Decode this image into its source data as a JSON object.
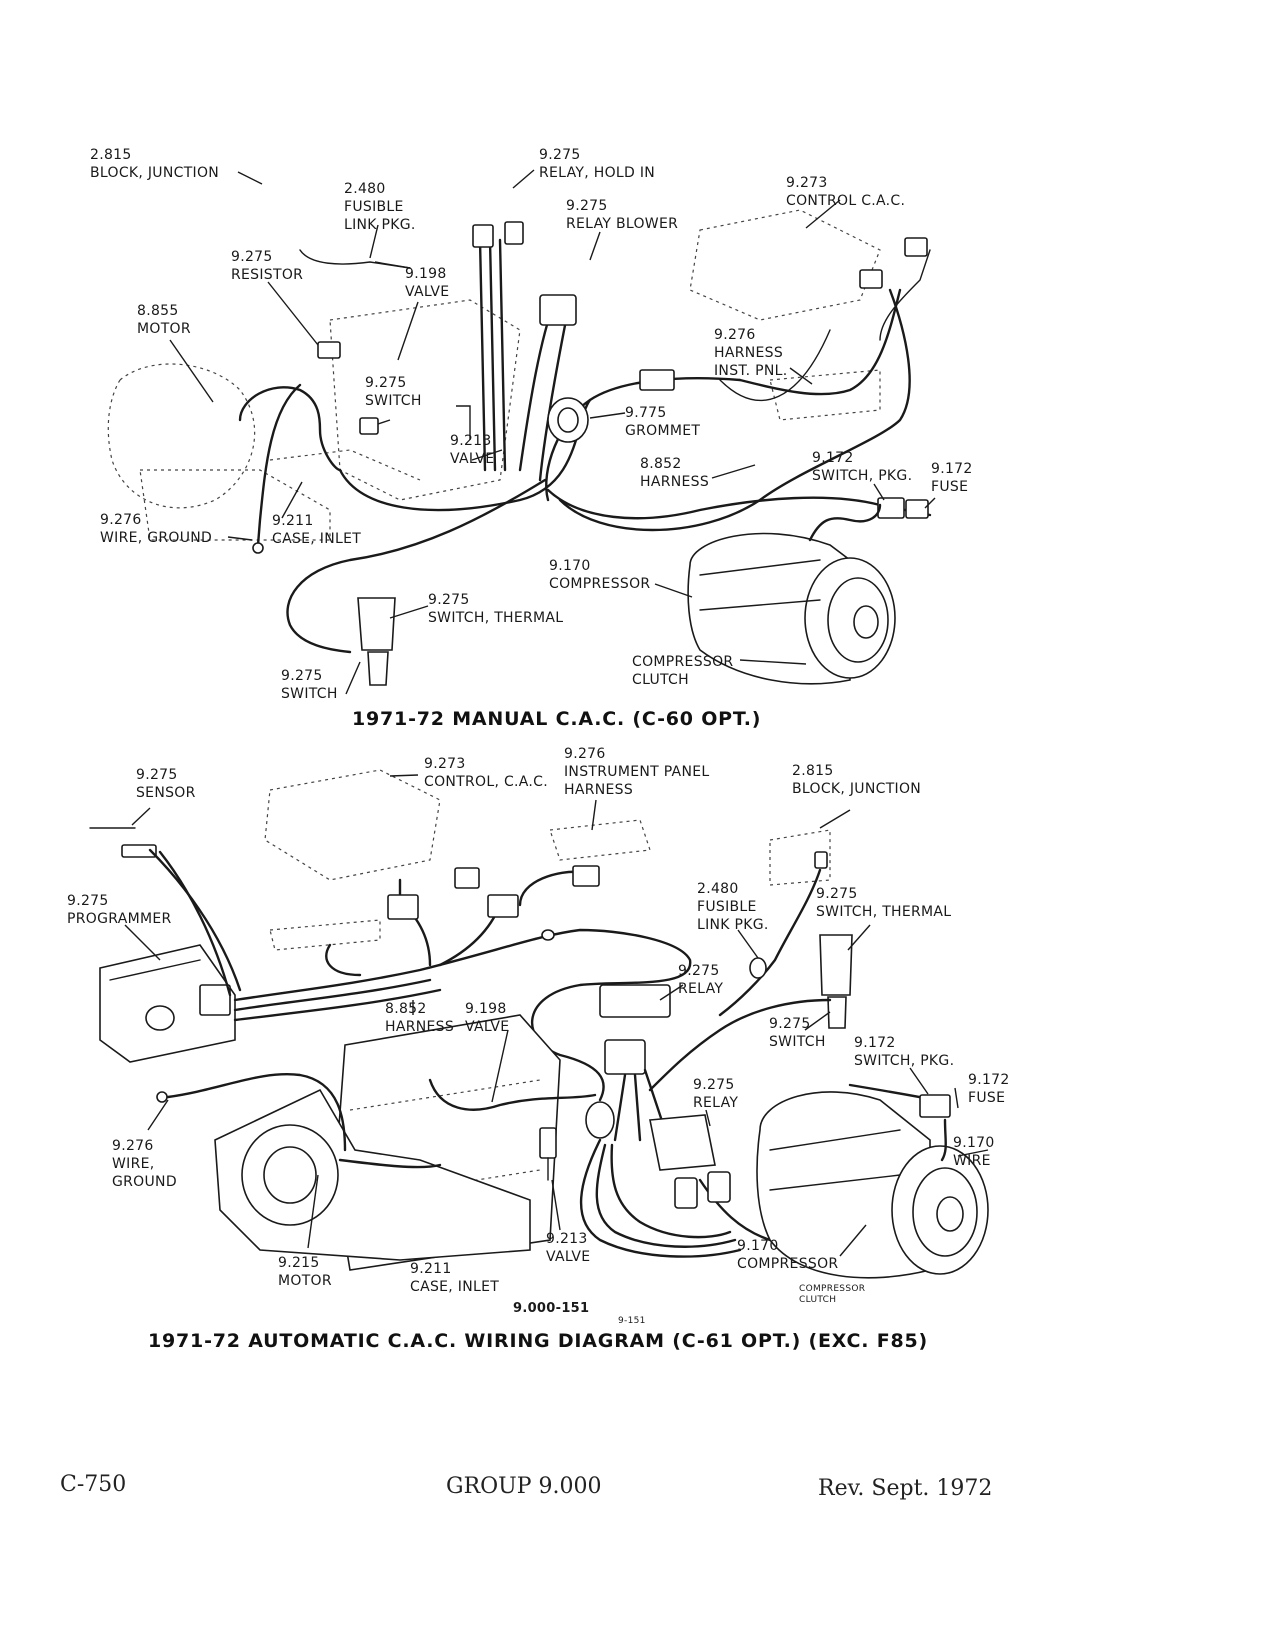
{
  "manual": {
    "title": "1971-72 MANUAL C.A.C. (C-60 OPT.)",
    "labels": {
      "block_junction": "2.815\nBLOCK, JUNCTION",
      "relay_hold_in": "9.275\nRELAY, HOLD IN",
      "fusible_link": "2.480\nFUSIBLE\nLINK PKG.",
      "relay_blower": "9.275\nRELAY BLOWER",
      "control_cac": "9.273\nCONTROL C.A.C.",
      "resistor": "9.275\nRESISTOR",
      "valve_198": "9.198\nVALVE",
      "motor": "8.855\nMOTOR",
      "harness_inst": "9.276\nHARNESS\nINST. PNL.",
      "switch": "9.275\nSWITCH",
      "grommet": "9.775\nGROMMET",
      "valve_213": "9.213\nVALVE",
      "harness": "8.852\nHARNESS",
      "switch_pkg": "9.172\nSWITCH, PKG.",
      "fuse": "9.172\nFUSE",
      "wire_ground": "9.276\nWIRE, GROUND",
      "case_inlet": "9.211\nCASE, INLET",
      "compressor": "9.170\nCOMPRESSOR",
      "switch_thermal": "9.275\nSWITCH, THERMAL",
      "compressor_clutch": "COMPRESSOR\nCLUTCH",
      "switch_bottom": "9.275\nSWITCH"
    }
  },
  "automatic": {
    "title": "1971-72 AUTOMATIC C.A.C. WIRING DIAGRAM (C-61 OPT.) (EXC. F85)",
    "ref_main": "9.000-151",
    "ref_small": "9-151",
    "labels": {
      "sensor": "9.275\nSENSOR",
      "control_cac": "9.273\nCONTROL, C.A.C.",
      "inst_panel_harness": "9.276\nINSTRUMENT PANEL\nHARNESS",
      "block_junction": "2.815\nBLOCK, JUNCTION",
      "programmer": "9.275\nPROGRAMMER",
      "fusible_link": "2.480\nFUSIBLE\nLINK PKG.",
      "switch_thermal": "9.275\nSWITCH, THERMAL",
      "relay_upper": "9.275\nRELAY",
      "harness": "8.852\nHARNESS",
      "valve_198": "9.198\nVALVE",
      "switch": "9.275\nSWITCH",
      "switch_pkg": "9.172\nSWITCH, PKG.",
      "fuse": "9.172\nFUSE",
      "relay_lower": "9.275\nRELAY",
      "wire_ground": "9.276\nWIRE,\nGROUND",
      "wire": "9.170\nWIRE",
      "valve_213": "9.213\nVALVE",
      "compressor": "9.170\nCOMPRESSOR",
      "compressor_clutch": "COMPRESSOR\nCLUTCH",
      "motor": "9.215\nMOTOR",
      "case_inlet": "9.211\nCASE, INLET"
    }
  },
  "footer": {
    "page": "C-750",
    "group": "GROUP 9.000",
    "revision": "Rev. Sept. 1972"
  }
}
